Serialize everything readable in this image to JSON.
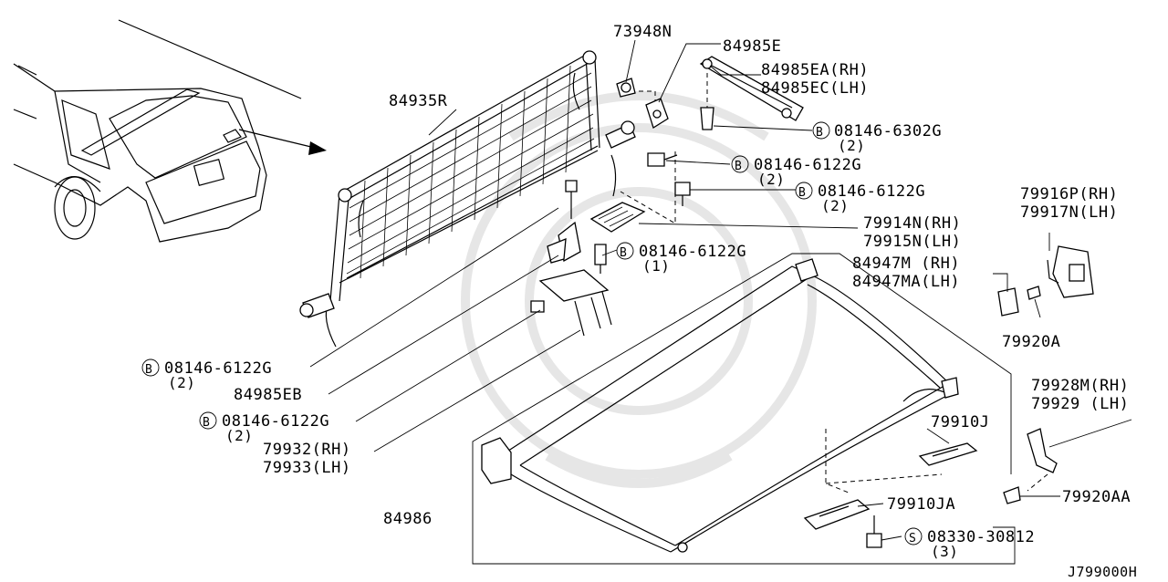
{
  "diagram_code": "J799000H",
  "bolt_marker": "B",
  "screw_marker": "S",
  "labels": {
    "p73948n": "73948N",
    "p84985e": "84985E",
    "p84985ea": "84985EA(RH)",
    "p84985ec": "84985EC(LH)",
    "p84935r": "84935R",
    "b6302g": "08146-6302G",
    "b6302g_qty": "(2)",
    "b6122g_a": "08146-6122G",
    "b6122g_a_qty": "(2)",
    "b6122g_b": "08146-6122G",
    "b6122g_b_qty": "(2)",
    "p79914n": "79914N(RH)",
    "p79915n": "79915N(LH)",
    "b6122g_c": "08146-6122G",
    "b6122g_c_qty": "(1)",
    "p79916p": "79916P(RH)",
    "p79917n": "79917N(LH)",
    "p84947m": "84947M (RH)",
    "p84947ma": "84947MA(LH)",
    "p79920a": "79920A",
    "b6122g_d": "08146-6122G",
    "b6122g_d_qty": "(2)",
    "p84985eb": "84985EB",
    "b6122g_e": "08146-6122G",
    "b6122g_e_qty": "(2)",
    "p79932": "79932(RH)",
    "p79933": "79933(LH)",
    "p79928m": "79928M(RH)",
    "p79929": "79929  (LH)",
    "p79910j": "79910J",
    "p79910ja": "79910JA",
    "p79920aa": "79920AA",
    "p84986": "84986",
    "s30812": "08330-30812",
    "s30812_qty": "(3)"
  }
}
